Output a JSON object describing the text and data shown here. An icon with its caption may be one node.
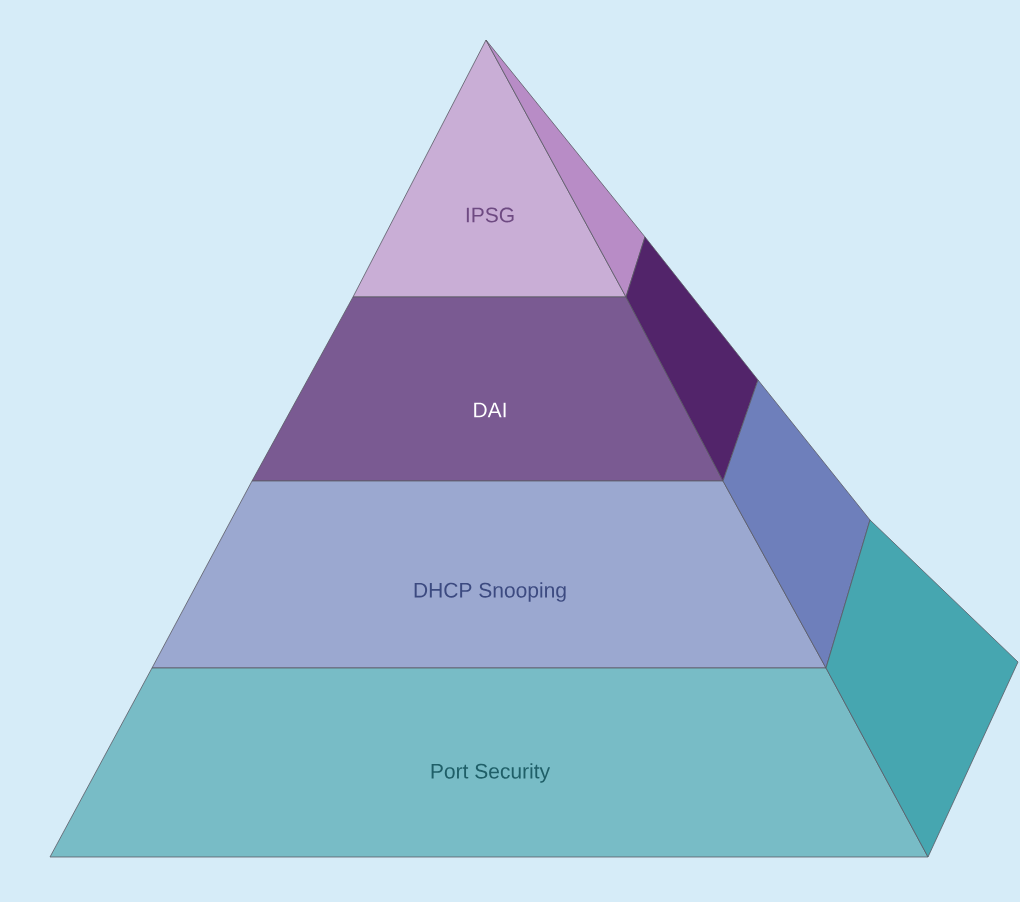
{
  "diagram": {
    "nodes": [
      {
        "text": [
          "IPSG"
        ]
      },
      {
        "text": [
          "DAI"
        ]
      },
      {
        "text": [
          "DHCP Snooping"
        ]
      },
      {
        "text": [
          "Port Security"
        ]
      }
    ]
  }
}
